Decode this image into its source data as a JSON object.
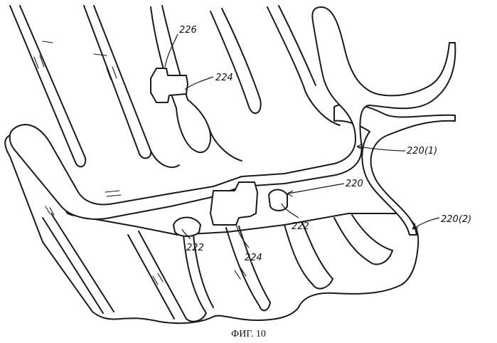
{
  "figure": {
    "caption": "ФИГ. 10",
    "labels": {
      "l226": "226",
      "l224_top": "224",
      "l220_1": "220(1)",
      "l220": "220",
      "l220_2": "220(2)",
      "l222_right": "222",
      "l222_left": "222",
      "l224_bottom": "224"
    }
  }
}
